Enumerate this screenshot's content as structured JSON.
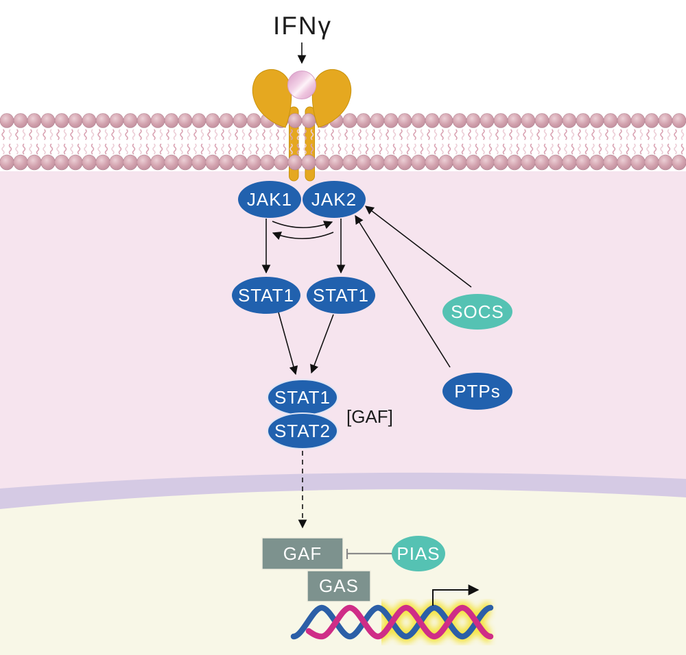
{
  "pathway": {
    "ligand_label": "IFNγ",
    "kinases": {
      "jak1": "JAK1",
      "jak2": "JAK2"
    },
    "stats": {
      "left": "STAT1",
      "right": "STAT1",
      "dimer_top": "STAT1",
      "dimer_bottom": "STAT2",
      "dimer_tag": "[GAF]"
    },
    "regulators": {
      "socs": "SOCS",
      "ptps": "PTPs",
      "pias": "PIAS"
    },
    "nucleus": {
      "gaf_box": "GAF",
      "gas_box": "GAS"
    }
  },
  "colors": {
    "node_blue": "#2161ae",
    "node_teal": "#55c2b3",
    "box_gray": "#7d928e",
    "receptor_gold": "#e5a820",
    "ligand_pink": "#e4aed2",
    "cytoplasm_pink": "#f6e4ee",
    "nuclear_envelope": "#d5cae4",
    "nucleus_cream": "#f8f7e7",
    "dna_blue": "#2c5fa7",
    "dna_magenta": "#cf2d87",
    "dna_glow": "#f4e33c",
    "inhibit_line_gray": "#8a8a8a",
    "arrow_black": "#111111"
  }
}
